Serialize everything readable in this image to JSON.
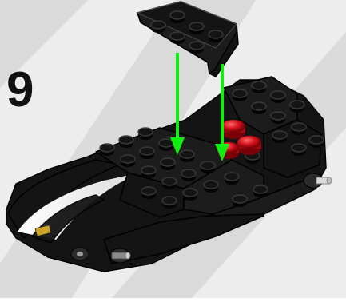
{
  "instruction": {
    "step_number": "9",
    "decal_text": "",
    "colors": {
      "background_light": "#ededed",
      "background_dark": "#d8d8d8",
      "brick_black": "#141414",
      "stud_highlight": "#3a3a3a",
      "arrow_green": "#11ee11",
      "stud_red": "#d5121b",
      "decal_white": "#f4f4f4",
      "decal_gold": "#c9a227"
    },
    "icons": [
      "wedge-plate-piece",
      "car-chassis",
      "placement-arrow",
      "red-round-studs",
      "wheel-axle"
    ]
  }
}
